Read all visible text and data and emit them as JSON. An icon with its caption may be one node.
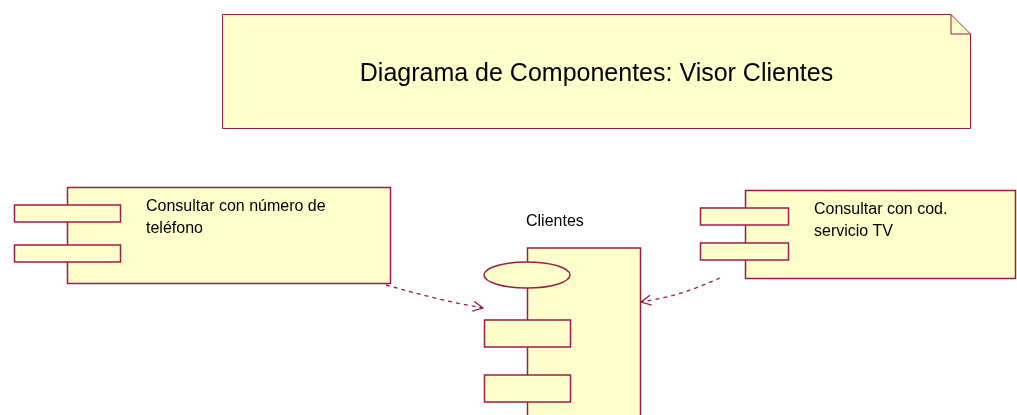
{
  "diagram": {
    "nodes": [
      {
        "text": [
          "Diagrama de Componentes: Visor Clientes"
        ]
      },
      {
        "text": [
          "Consultar con número de teléfono"
        ]
      },
      {
        "text": [
          "Clientes"
        ]
      },
      {
        "text": [
          "Consultar con cod. servicio TV"
        ]
      }
    ],
    "edges": [
      {
        "from": 1,
        "to": 2,
        "arrow": "to",
        "style": "dashed"
      },
      {
        "from": 3,
        "to": 2,
        "arrow": "to",
        "style": "dashed"
      }
    ]
  }
}
